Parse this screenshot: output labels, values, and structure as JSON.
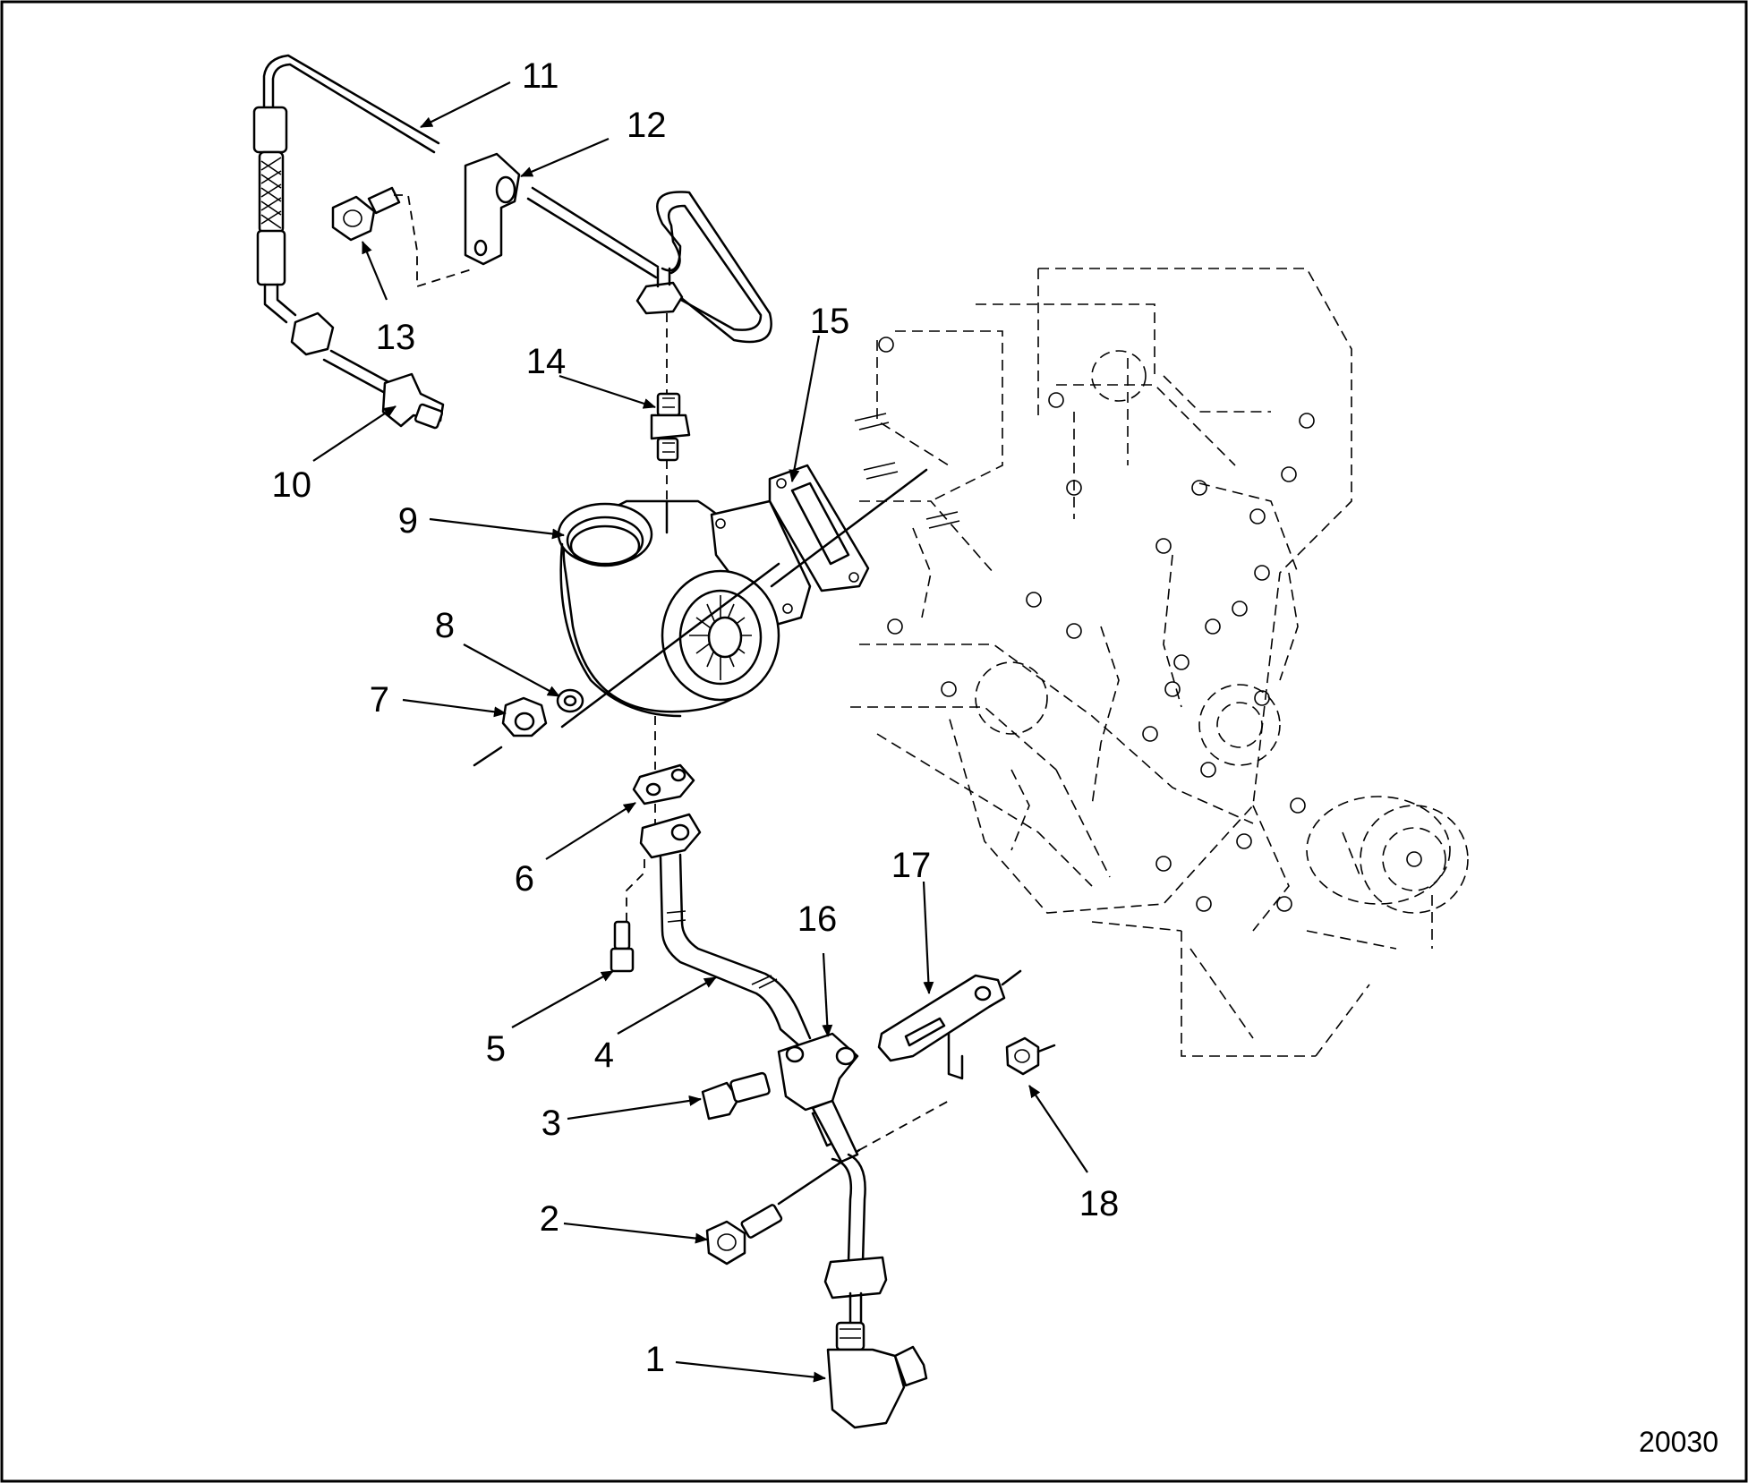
{
  "figure_number": "20030",
  "callouts": [
    {
      "id": "c1",
      "text": "1"
    },
    {
      "id": "c2",
      "text": "2"
    },
    {
      "id": "c3",
      "text": "3"
    },
    {
      "id": "c4",
      "text": "4"
    },
    {
      "id": "c5",
      "text": "5"
    },
    {
      "id": "c6",
      "text": "6"
    },
    {
      "id": "c7",
      "text": "7"
    },
    {
      "id": "c8",
      "text": "8"
    },
    {
      "id": "c9",
      "text": "9"
    },
    {
      "id": "c10",
      "text": "10"
    },
    {
      "id": "c11",
      "text": "11"
    },
    {
      "id": "c12",
      "text": "12"
    },
    {
      "id": "c13",
      "text": "13"
    },
    {
      "id": "c14",
      "text": "14"
    },
    {
      "id": "c15",
      "text": "15"
    },
    {
      "id": "c16",
      "text": "16"
    },
    {
      "id": "c17",
      "text": "17"
    },
    {
      "id": "c18",
      "text": "18"
    }
  ]
}
